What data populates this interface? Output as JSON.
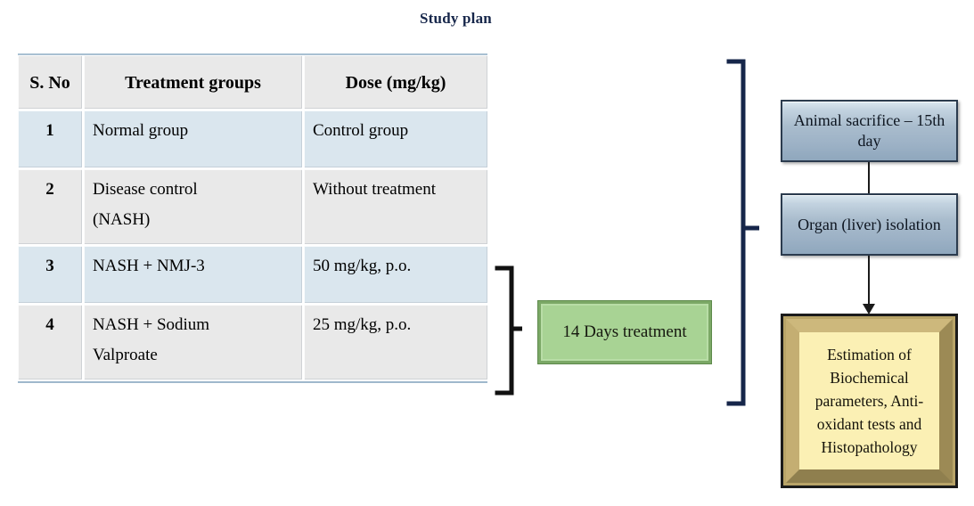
{
  "title": "Study plan",
  "table": {
    "columns": [
      "S. No",
      "Treatment groups",
      "Dose (mg/kg)"
    ],
    "rows": [
      {
        "no": "1",
        "group": "Normal group",
        "group_line2": "",
        "dose": "Control group"
      },
      {
        "no": "2",
        "group": "Disease control",
        "group_line2": "(NASH)",
        "dose": "Without treatment"
      },
      {
        "no": "3",
        "group": "NASH + NMJ-3",
        "group_line2": "",
        "dose": "50 mg/kg, p.o."
      },
      {
        "no": "4",
        "group": "NASH + Sodium",
        "group_line2": "Valproate",
        "dose": "25 mg/kg, p.o."
      }
    ]
  },
  "treatment_box": {
    "label": "14 Days treatment"
  },
  "flow": {
    "sacrifice": "Animal sacrifice – 15th day",
    "isolation": "Organ (liver) isolation",
    "estimation": "Estimation of Biochemical parameters, Anti-oxidant tests and Histopathology"
  },
  "colors": {
    "title": "#16264a",
    "row_blue": "#dae6ee",
    "row_gray": "#e9e9e9",
    "green_box": "#a8d394",
    "blue_box": "#9db2c6",
    "yellow_box": "#fbf0b4",
    "brace_navy": "#16264a",
    "brace_black": "#111111"
  }
}
